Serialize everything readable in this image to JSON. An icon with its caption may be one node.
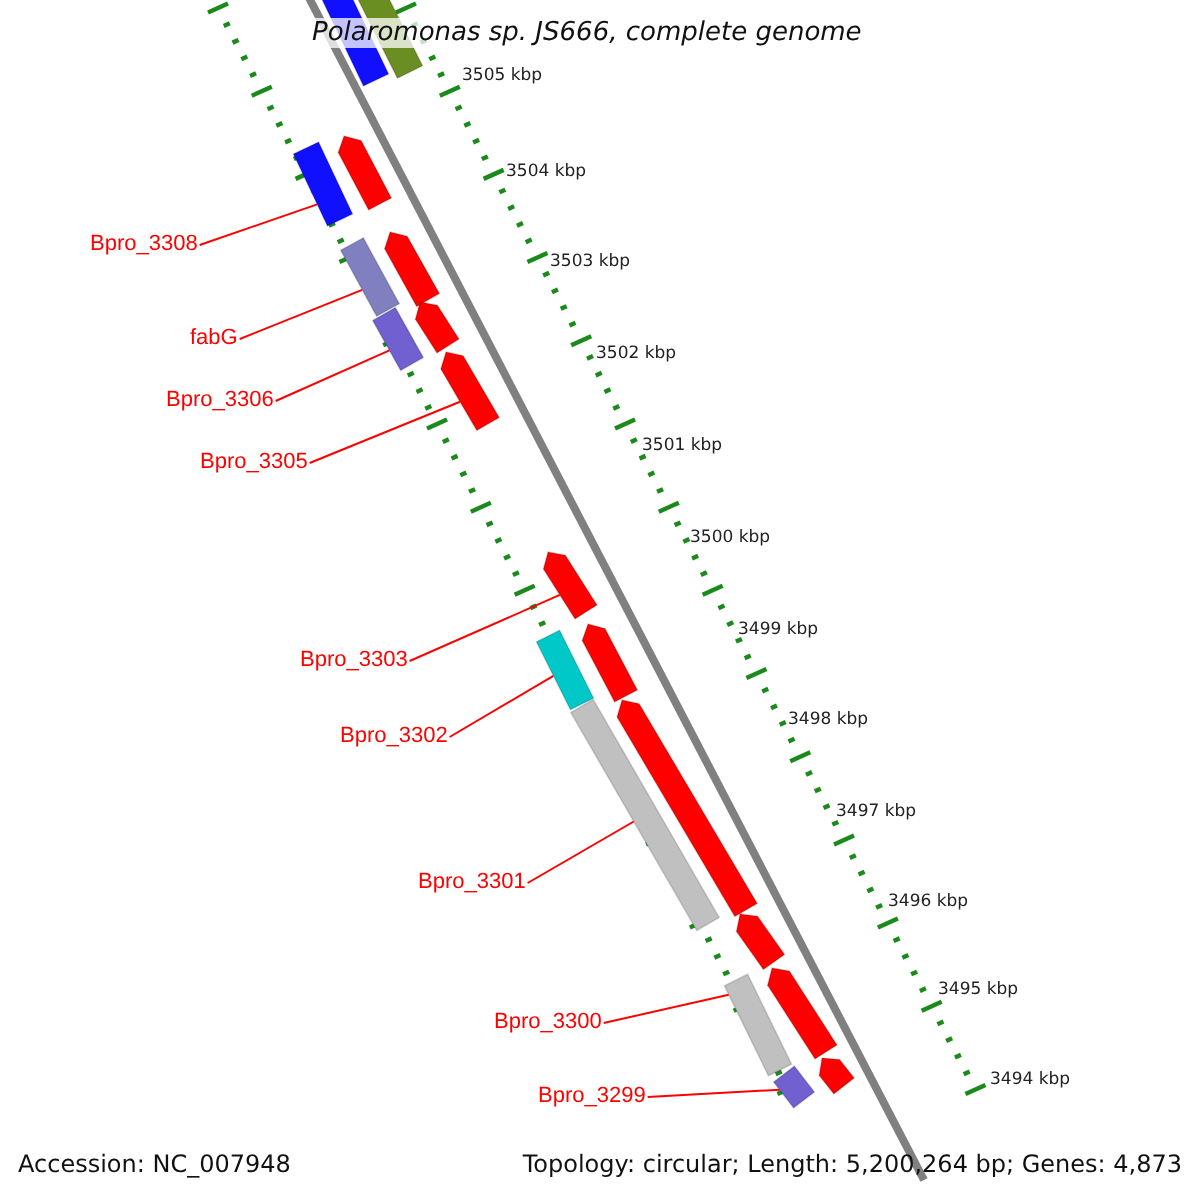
{
  "diagram": {
    "title": "Polaromonas sp. JS666, complete genome",
    "nodes": [
      {
        "text": [
          "Bpro_3308"
        ]
      },
      {
        "text": [
          "fabG"
        ]
      },
      {
        "text": [
          "Bpro_3306"
        ]
      },
      {
        "text": [
          "Bpro_3305"
        ]
      },
      {
        "text": [
          "Bpro_3303"
        ]
      },
      {
        "text": [
          "Bpro_3302"
        ]
      },
      {
        "text": [
          "Bpro_3301"
        ]
      },
      {
        "text": [
          "Bpro_3300"
        ]
      },
      {
        "text": [
          "Bpro_3299"
        ]
      },
      {
        "text": [],
        "shape": "bar"
      },
      {
        "text": [],
        "shape": "bar"
      },
      {
        "text": [],
        "shape": "bar"
      },
      {
        "text": [],
        "shape": "bar"
      },
      {
        "text": [],
        "shape": "bar"
      },
      {
        "text": [],
        "shape": "bar"
      },
      {
        "text": [],
        "shape": "bar"
      },
      {
        "text": [],
        "shape": "bar"
      },
      {
        "text": [],
        "shape": "bar"
      },
      {
        "text": [],
        "shape": "bar"
      },
      {
        "text": [],
        "shape": "bar"
      },
      {
        "text": [],
        "shape": "bar"
      },
      {
        "text": [],
        "shape": "bar"
      },
      {
        "text": [],
        "shape": "bar"
      },
      {
        "text": [],
        "shape": "bar"
      },
      {
        "text": [],
        "shape": "bar"
      },
      {
        "text": [],
        "shape": "bar"
      },
      {
        "text": [],
        "shape": "bar"
      },
      {
        "text": [],
        "shape": "bar"
      }
    ],
    "edges": [
      {
        "from": 0,
        "to": 12,
        "arrow": "none"
      },
      {
        "from": 1,
        "to": 14,
        "arrow": "none"
      },
      {
        "from": 2,
        "to": 16,
        "arrow": "none"
      },
      {
        "from": 3,
        "to": 17,
        "arrow": "none"
      },
      {
        "from": 4,
        "to": 18,
        "arrow": "none"
      },
      {
        "from": 5,
        "to": 20,
        "arrow": "none"
      },
      {
        "from": 6,
        "to": 22,
        "arrow": "none"
      },
      {
        "from": 7,
        "to": 25,
        "arrow": "none"
      },
      {
        "from": 8,
        "to": 27,
        "arrow": "none"
      }
    ],
    "labels": [
      "3505 kbp",
      "3504 kbp",
      "3503 kbp",
      "3502 kbp",
      "3501 kbp",
      "3500 kbp",
      "3499 kbp",
      "3498 kbp",
      "3497 kbp",
      "3496 kbp",
      "3495 kbp",
      "3494 kbp",
      "Accession: NC_007948",
      "Topology: circular; Length: 5,200,264 bp; Genes: 4,873"
    ]
  }
}
